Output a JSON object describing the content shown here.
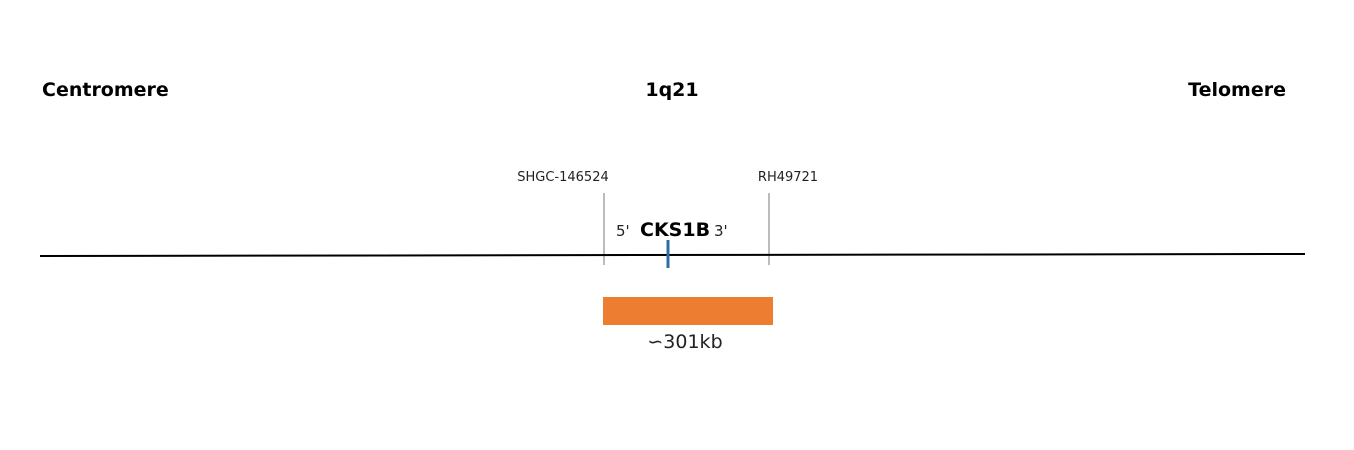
{
  "diagram": {
    "left_end_label": "Centromere",
    "band_label": "1q21",
    "right_end_label": "Telomere",
    "marker_left": "SHGC-146524",
    "marker_right": "RH49721",
    "gene": {
      "name": "CKS1B",
      "five_prime": "5'",
      "three_prime": "3'"
    },
    "region_size_label": "∽301kb",
    "colors": {
      "chromosome_line": "#000000",
      "marker_line": "#a6a6a6",
      "gene_tick": "#2e6da4",
      "region_bar": "#ed7d31"
    }
  }
}
